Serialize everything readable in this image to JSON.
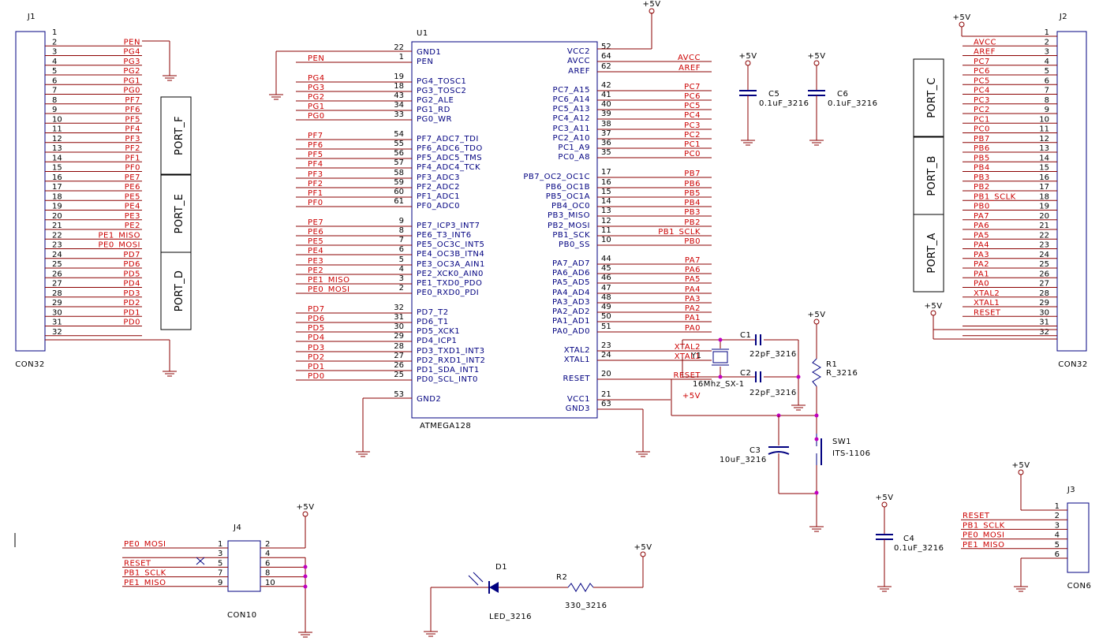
{
  "colors": {
    "wire": "#8b0000",
    "label": "#cc0000",
    "part": "#000080",
    "text": "#000000",
    "junction": "#c000c0"
  },
  "j1": {
    "ref": "J1",
    "value": "CON32",
    "nets": [
      "",
      "PEN",
      "PG4",
      "PG3",
      "PG2",
      "PG1",
      "PG0",
      "PF7",
      "PF6",
      "PF5",
      "PF4",
      "PF3",
      "PF2",
      "PF1",
      "PF0",
      "PE7",
      "PE6",
      "PE5",
      "PE4",
      "PE3",
      "PE2",
      "PE1_MISO",
      "PE0_MOSI",
      "PD7",
      "PD6",
      "PD5",
      "PD4",
      "PD3",
      "PD2",
      "PD1",
      "PD0",
      ""
    ],
    "ports": [
      "PORT_F",
      "PORT_E",
      "PORT_D"
    ]
  },
  "j2": {
    "ref": "J2",
    "value": "CON32",
    "vcc": "+5V",
    "vcc2": "+5V",
    "nets": [
      "",
      "AVCC",
      "AREF",
      "PC7",
      "PC6",
      "PC5",
      "PC4",
      "PC3",
      "PC2",
      "PC1",
      "PC0",
      "PB7",
      "PB6",
      "PB5",
      "PB4",
      "PB3",
      "PB2",
      "PB1_SCLK",
      "PB0",
      "PA7",
      "PA6",
      "PA5",
      "PA4",
      "PA3",
      "PA2",
      "PA1",
      "PA0",
      "XTAL2",
      "XTAL1",
      "RESET",
      "",
      ""
    ],
    "ports": [
      "PORT_C",
      "PORT_B",
      "PORT_A"
    ]
  },
  "u1": {
    "ref": "U1",
    "value": "ATMEGA128",
    "vcc": "+5V",
    "left": [
      {
        "num": "22",
        "name": "GND1",
        "net": ""
      },
      {
        "num": "1",
        "name": "PEN",
        "net": "PEN"
      },
      {
        "num": "19",
        "name": "PG4_TOSC1",
        "net": "PG4"
      },
      {
        "num": "18",
        "name": "PG3_TOSC2",
        "net": "PG3"
      },
      {
        "num": "43",
        "name": "PG2_ALE",
        "net": "PG2"
      },
      {
        "num": "34",
        "name": "PG1_RD",
        "net": "PG1"
      },
      {
        "num": "33",
        "name": "PG0_WR",
        "net": "PG0"
      },
      {
        "num": "54",
        "name": "PF7_ADC7_TDI",
        "net": "PF7"
      },
      {
        "num": "55",
        "name": "PF6_ADC6_TDO",
        "net": "PF6"
      },
      {
        "num": "56",
        "name": "PF5_ADC5_TMS",
        "net": "PF5"
      },
      {
        "num": "57",
        "name": "PF4_ADC4_TCK",
        "net": "PF4"
      },
      {
        "num": "58",
        "name": "PF3_ADC3",
        "net": "PF3"
      },
      {
        "num": "59",
        "name": "PF2_ADC2",
        "net": "PF2"
      },
      {
        "num": "60",
        "name": "PF1_ADC1",
        "net": "PF1"
      },
      {
        "num": "61",
        "name": "PF0_ADC0",
        "net": "PF0"
      },
      {
        "num": "9",
        "name": "PE7_ICP3_INT7",
        "net": "PE7"
      },
      {
        "num": "8",
        "name": "PE6_T3_INT6",
        "net": "PE6"
      },
      {
        "num": "7",
        "name": "PE5_OC3C_INT5",
        "net": "PE5"
      },
      {
        "num": "6",
        "name": "PE4_OC3B_ITN4",
        "net": "PE4"
      },
      {
        "num": "5",
        "name": "PE3_OC3A_AIN1",
        "net": "PE3"
      },
      {
        "num": "4",
        "name": "PE2_XCK0_AIN0",
        "net": "PE2"
      },
      {
        "num": "3",
        "name": "PE1_TXD0_PDO",
        "net": "PE1_MISO"
      },
      {
        "num": "2",
        "name": "PE0_RXD0_PDI",
        "net": "PE0_MOSI"
      },
      {
        "num": "32",
        "name": "PD7_T2",
        "net": "PD7"
      },
      {
        "num": "31",
        "name": "PD6_T1",
        "net": "PD6"
      },
      {
        "num": "30",
        "name": "PD5_XCK1",
        "net": "PD5"
      },
      {
        "num": "29",
        "name": "PD4_ICP1",
        "net": "PD4"
      },
      {
        "num": "28",
        "name": "PD3_TXD1_INT3",
        "net": "PD3"
      },
      {
        "num": "27",
        "name": "PD2_RXD1_INT2",
        "net": "PD2"
      },
      {
        "num": "26",
        "name": "PD1_SDA_INT1",
        "net": "PD1"
      },
      {
        "num": "25",
        "name": "PD0_SCL_INT0",
        "net": "PD0"
      },
      {
        "num": "53",
        "name": "GND2",
        "net": ""
      }
    ],
    "right": [
      {
        "num": "52",
        "name": "VCC2",
        "net": ""
      },
      {
        "num": "64",
        "name": "AVCC",
        "net": "AVCC"
      },
      {
        "num": "62",
        "name": "AREF",
        "net": "AREF"
      },
      {
        "num": "42",
        "name": "PC7_A15",
        "net": "PC7"
      },
      {
        "num": "41",
        "name": "PC6_A14",
        "net": "PC6"
      },
      {
        "num": "40",
        "name": "PC5_A13",
        "net": "PC5"
      },
      {
        "num": "39",
        "name": "PC4_A12",
        "net": "PC4"
      },
      {
        "num": "38",
        "name": "PC3_A11",
        "net": "PC3"
      },
      {
        "num": "37",
        "name": "PC2_A10",
        "net": "PC2"
      },
      {
        "num": "36",
        "name": "PC1_A9",
        "net": "PC1"
      },
      {
        "num": "35",
        "name": "PC0_A8",
        "net": "PC0"
      },
      {
        "num": "17",
        "name": "PB7_OC2_OC1C",
        "net": "PB7"
      },
      {
        "num": "16",
        "name": "PB6_OC1B",
        "net": "PB6"
      },
      {
        "num": "15",
        "name": "PB5_OC1A",
        "net": "PB5"
      },
      {
        "num": "14",
        "name": "PB4_OC0",
        "net": "PB4"
      },
      {
        "num": "13",
        "name": "PB3_MISO",
        "net": "PB3"
      },
      {
        "num": "12",
        "name": "PB2_MOSI",
        "net": "PB2"
      },
      {
        "num": "11",
        "name": "PB1_SCK",
        "net": "PB1_SCLK"
      },
      {
        "num": "10",
        "name": "PB0_SS",
        "net": "PB0"
      },
      {
        "num": "44",
        "name": "PA7_AD7",
        "net": "PA7"
      },
      {
        "num": "45",
        "name": "PA6_AD6",
        "net": "PA6"
      },
      {
        "num": "46",
        "name": "PA5_AD5",
        "net": "PA5"
      },
      {
        "num": "47",
        "name": "PA4_AD4",
        "net": "PA4"
      },
      {
        "num": "48",
        "name": "PA3_AD3",
        "net": "PA3"
      },
      {
        "num": "49",
        "name": "PA2_AD2",
        "net": "PA2"
      },
      {
        "num": "50",
        "name": "PA1_AD1",
        "net": "PA1"
      },
      {
        "num": "51",
        "name": "PA0_AD0",
        "net": "PA0"
      },
      {
        "num": "23",
        "name": "XTAL2",
        "net": "XTAL2"
      },
      {
        "num": "24",
        "name": "XTAL1",
        "net": "XTAL1"
      },
      {
        "num": "20",
        "name": "RESET",
        "net": "RESET"
      },
      {
        "num": "21",
        "name": "VCC1",
        "net": "+5V"
      },
      {
        "num": "63",
        "name": "GND3",
        "net": ""
      }
    ]
  },
  "c5": {
    "ref": "C5",
    "value": "0.1uF_3216",
    "vcc": "+5V"
  },
  "c6": {
    "ref": "C6",
    "value": "0.1uF_3216",
    "vcc": "+5V"
  },
  "c1": {
    "ref": "C1",
    "value": "22pF_3216"
  },
  "c2": {
    "ref": "C2",
    "value": "22pF_3216"
  },
  "y1": {
    "ref": "Y1",
    "value": "16Mhz_SX-1"
  },
  "r1": {
    "ref": "R1",
    "value": "R_3216",
    "vcc": "+5V"
  },
  "c3": {
    "ref": "C3",
    "value": "10uF_3216"
  },
  "sw1": {
    "ref": "SW1",
    "value": "ITS-1106"
  },
  "j4": {
    "ref": "J4",
    "value": "CON10",
    "vcc": "+5V",
    "left": [
      {
        "num": "1",
        "net": "PE0_MOSI"
      },
      {
        "num": "3",
        "net": ""
      },
      {
        "num": "5",
        "net": "RESET"
      },
      {
        "num": "7",
        "net": "PB1_SCLK"
      },
      {
        "num": "9",
        "net": "PE1_MISO"
      }
    ],
    "right": [
      {
        "num": "2"
      },
      {
        "num": "4"
      },
      {
        "num": "6"
      },
      {
        "num": "8"
      },
      {
        "num": "10"
      }
    ]
  },
  "d1": {
    "ref": "D1",
    "value": "LED_3216"
  },
  "r2": {
    "ref": "R2",
    "value": "330_3216",
    "vcc": "+5V"
  },
  "c4": {
    "ref": "C4",
    "value": "0.1uF_3216",
    "vcc": "+5V"
  },
  "j3": {
    "ref": "J3",
    "value": "CON6",
    "vcc": "+5V",
    "pins": [
      {
        "num": "1",
        "net": ""
      },
      {
        "num": "2",
        "net": "RESET"
      },
      {
        "num": "3",
        "net": "PB1_SCLK"
      },
      {
        "num": "4",
        "net": "PE0_MOSI"
      },
      {
        "num": "5",
        "net": "PE1_MISO"
      },
      {
        "num": "6",
        "net": ""
      }
    ]
  }
}
